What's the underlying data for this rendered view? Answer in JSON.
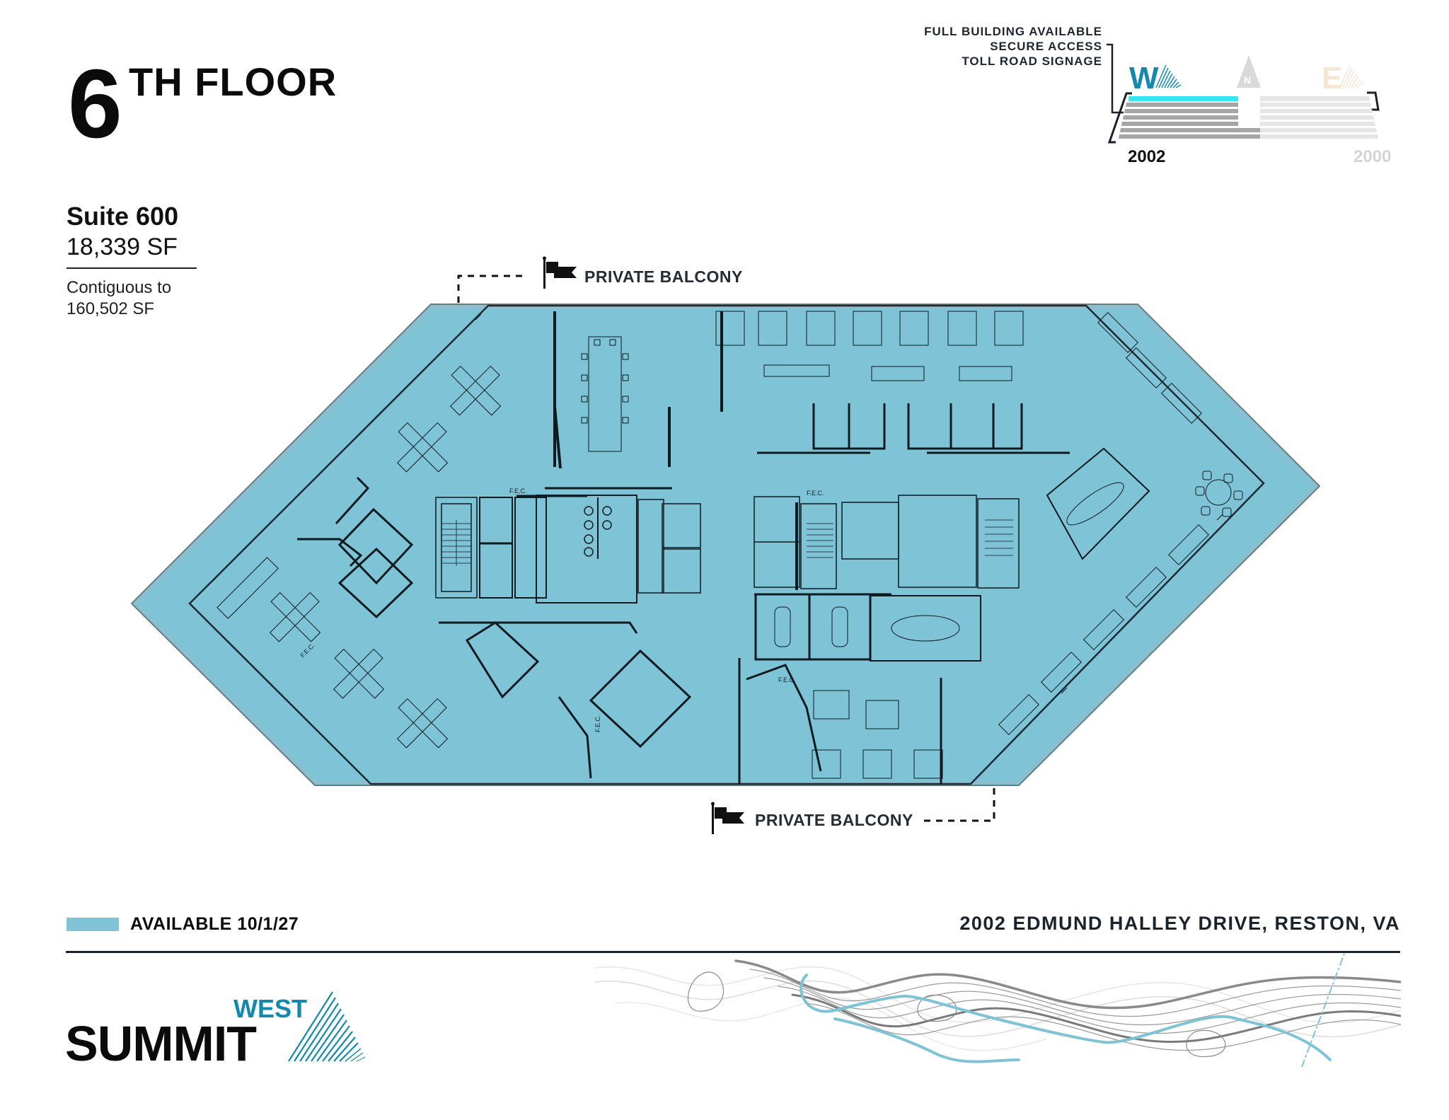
{
  "header": {
    "floor_number": "6",
    "floor_suffix": "TH FLOOR"
  },
  "suite": {
    "name": "Suite 600",
    "area": "18,339 SF",
    "contiguous_line1": "Contiguous to",
    "contiguous_line2": "160,502 SF"
  },
  "building_key": {
    "features": [
      "FULL BUILDING AVAILABLE",
      "SECURE ACCESS",
      "TOLL ROAD SIGNAGE"
    ],
    "west_label": "W",
    "east_label": "E",
    "north_label": "N",
    "west_building": "2002",
    "east_building": "2000",
    "highlight_color": "#33e6f2",
    "west_floor_color": "#a6a6a6",
    "east_floor_color": "#e6e6e6",
    "west_accent": "#1289ad",
    "east_accent": "#f7e6d2"
  },
  "floorplan": {
    "balcony_top_label": "PRIVATE BALCONY",
    "balcony_bottom_label": "PRIVATE BALCONY",
    "fec_label": "F.E.C.",
    "fill_color": "#7fc3d6"
  },
  "legend": {
    "swatch_color": "#7fc3d6",
    "label": "AVAILABLE 10/1/27"
  },
  "footer": {
    "address": "2002 EDMUND HALLEY DRIVE, RESTON, VA",
    "logo_top": "WEST",
    "logo_main": "SUMMIT"
  }
}
